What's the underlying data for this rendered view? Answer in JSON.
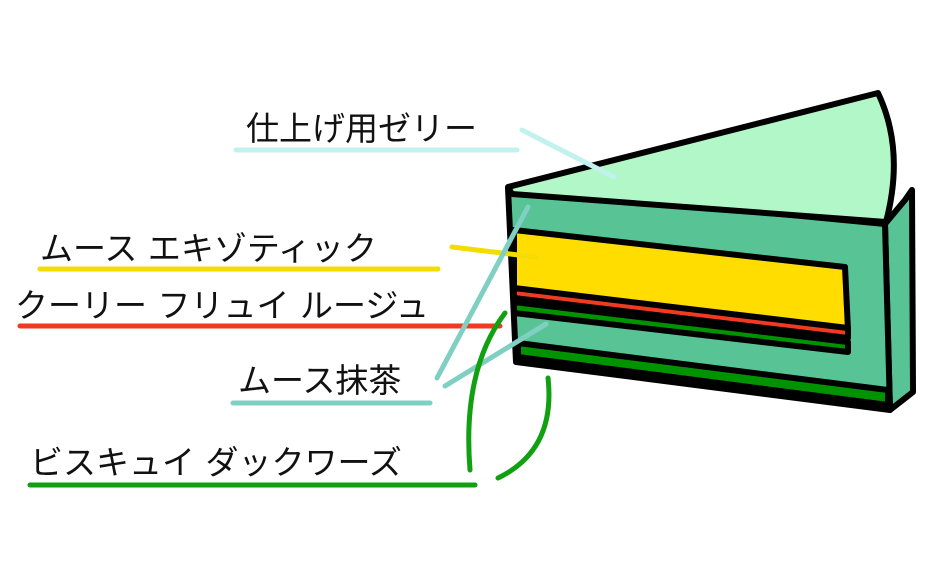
{
  "labels": [
    {
      "text": "仕上げ用ゼリー",
      "color": "#c2f2ee"
    },
    {
      "text": "ムース エキゾティック",
      "color": "#f5dc00"
    },
    {
      "text": "クーリー フリュイ ルージュ",
      "color": "#f03a20"
    },
    {
      "text": "ムース抹茶",
      "color": "#7fd0c2"
    },
    {
      "text": "ビスキュイ ダックワーズ",
      "color": "#10a010"
    }
  ],
  "colors": {
    "top": "#b2f7c7",
    "body": "#58c496",
    "yellow": "#ffdd00",
    "red": "#f23a22",
    "green": "#009300"
  }
}
